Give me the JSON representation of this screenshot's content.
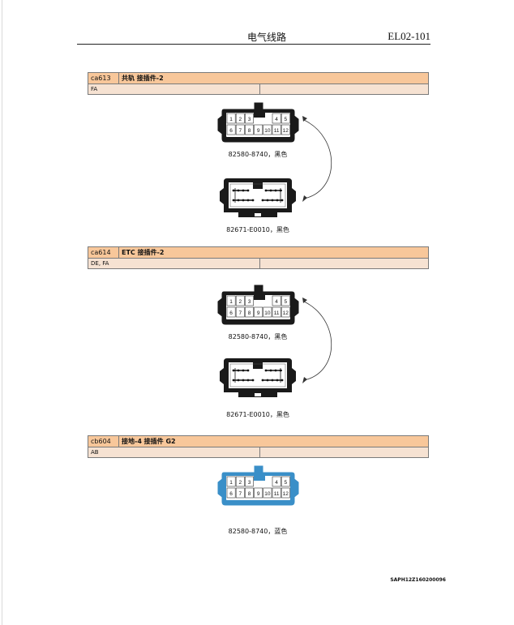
{
  "header": {
    "title": "电气线路",
    "code": "EL02-101"
  },
  "sections": [
    {
      "code": "ca613",
      "title": "共轨 接插件-2",
      "sub": "FA",
      "connector_label": "82580-8740，黑色",
      "mating_label": "82671-E0010，黑色",
      "color": "#1a1a1a"
    },
    {
      "code": "ca614",
      "title": "ETC 接插件-2",
      "sub": "DE, FA",
      "connector_label": "82580-8740，黑色",
      "mating_label": "82671-E0010，黑色",
      "color": "#1a1a1a"
    },
    {
      "code": "cb604",
      "title": "接地-4 接插件  G2",
      "sub": "AB",
      "connector_label": "82580-8740，蓝色",
      "color": "#3a8fc8"
    }
  ],
  "pins_top": [
    "1",
    "2",
    "3",
    "",
    "",
    "4",
    "5"
  ],
  "pins_bottom": [
    "6",
    "7",
    "8",
    "9",
    "10",
    "11",
    "12"
  ],
  "footer": {
    "doc_id": "SAPH12Z160200096"
  }
}
